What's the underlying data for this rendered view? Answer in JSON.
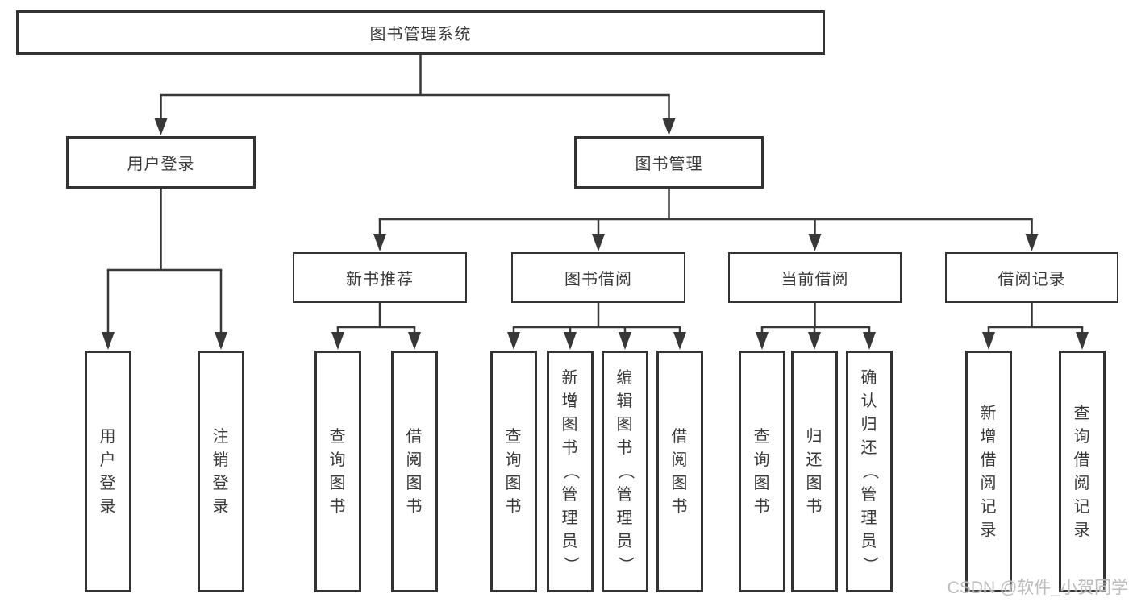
{
  "diagram": {
    "root": {
      "label": "图书管理系统"
    },
    "level2": [
      {
        "label": "用户登录",
        "children": [
          {
            "label": "用户登录"
          },
          {
            "label": "注销登录"
          }
        ]
      },
      {
        "label": "图书管理",
        "children": [
          {
            "label": "新书推荐",
            "children": [
              {
                "label": "查询图书"
              },
              {
                "label": "借阅图书"
              }
            ]
          },
          {
            "label": "图书借阅",
            "children": [
              {
                "label": "查询图书"
              },
              {
                "label": "新增图书（管理员）"
              },
              {
                "label": "编辑图书（管理员）"
              },
              {
                "label": "借阅图书"
              }
            ]
          },
          {
            "label": "当前借阅",
            "children": [
              {
                "label": "查询图书"
              },
              {
                "label": "归还图书"
              },
              {
                "label": "确认归还（管理员）"
              }
            ]
          },
          {
            "label": "借阅记录",
            "children": [
              {
                "label": "新增借阅记录"
              },
              {
                "label": "查询借阅记录"
              }
            ]
          }
        ]
      }
    ],
    "watermark": "CSDN @软件_小贺同学",
    "colors": {
      "line": "#383838",
      "border": "#333333",
      "text": "#3a3a3a",
      "background": "#ffffff",
      "watermark": "#b9b9b9"
    }
  }
}
